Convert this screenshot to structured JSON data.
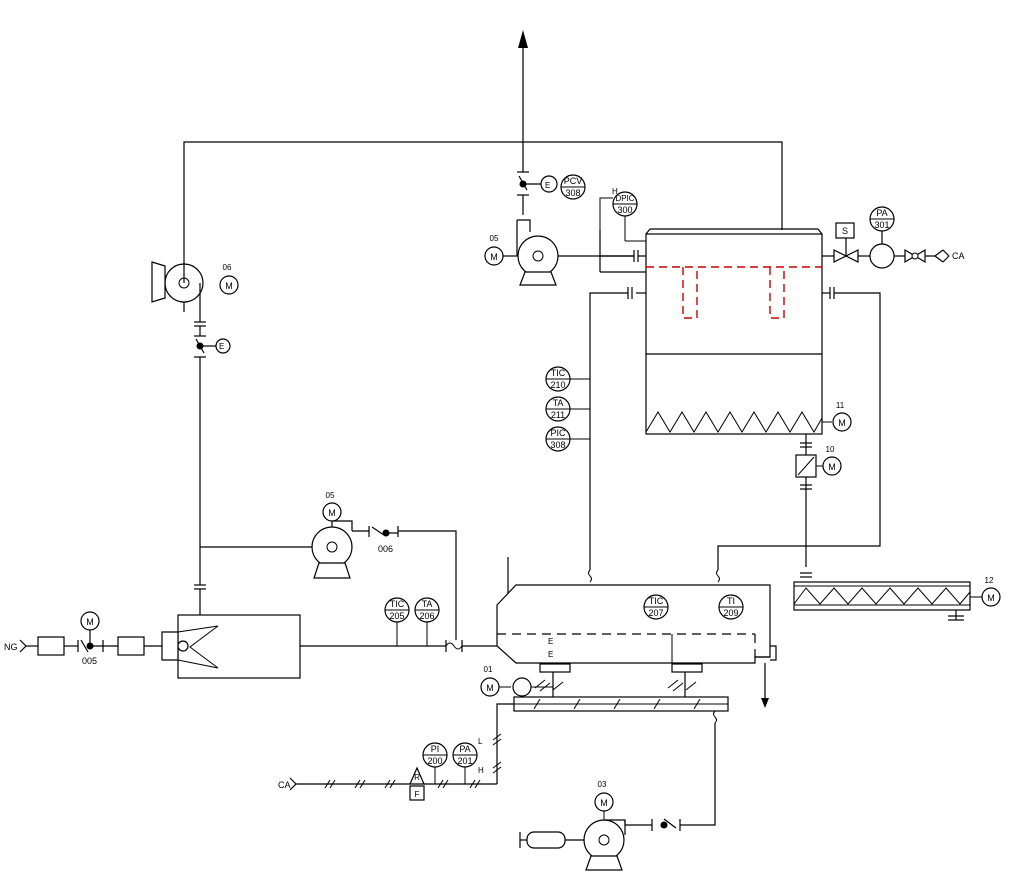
{
  "instruments": {
    "pcv308": {
      "top": "PCV",
      "bottom": "308"
    },
    "dpic300": {
      "top": "DPIC",
      "bottom": "300",
      "flag": "H"
    },
    "pa301": {
      "top": "PA",
      "bottom": "301"
    },
    "tic210": {
      "top": "TIC",
      "bottom": "210"
    },
    "ta211": {
      "top": "TA",
      "bottom": "211"
    },
    "pic308": {
      "top": "PIC",
      "bottom": "308"
    },
    "tic205": {
      "top": "TIC",
      "bottom": "205"
    },
    "ta206": {
      "top": "TA",
      "bottom": "206"
    },
    "tic207": {
      "top": "TIC",
      "bottom": "207"
    },
    "ti209": {
      "top": "TI",
      "bottom": "209"
    },
    "pi200": {
      "top": "PI",
      "bottom": "200"
    },
    "pa201": {
      "top": "PA",
      "bottom": "201",
      "flag_low": "L",
      "flag_high": "H"
    }
  },
  "motors": {
    "m05_top": {
      "symbol": "M",
      "number": "05"
    },
    "m06": {
      "symbol": "M",
      "number": "06"
    },
    "m05_mid": {
      "symbol": "M",
      "number": "05"
    },
    "m11": {
      "symbol": "M",
      "number": "11"
    },
    "m10": {
      "symbol": "M",
      "number": "10"
    },
    "m12": {
      "symbol": "M",
      "number": "12"
    },
    "m01": {
      "symbol": "M",
      "number": "01"
    },
    "m03": {
      "symbol": "M",
      "number": "03"
    },
    "m_ng": {
      "symbol": "M"
    }
  },
  "labels": {
    "ng": "NG",
    "ca_left": "CA",
    "ca_right": "CA",
    "valve005": "005",
    "valve006": "006",
    "solenoid": "S",
    "regulator_r": "R",
    "regulator_f": "F",
    "chamber_mark": "E"
  }
}
